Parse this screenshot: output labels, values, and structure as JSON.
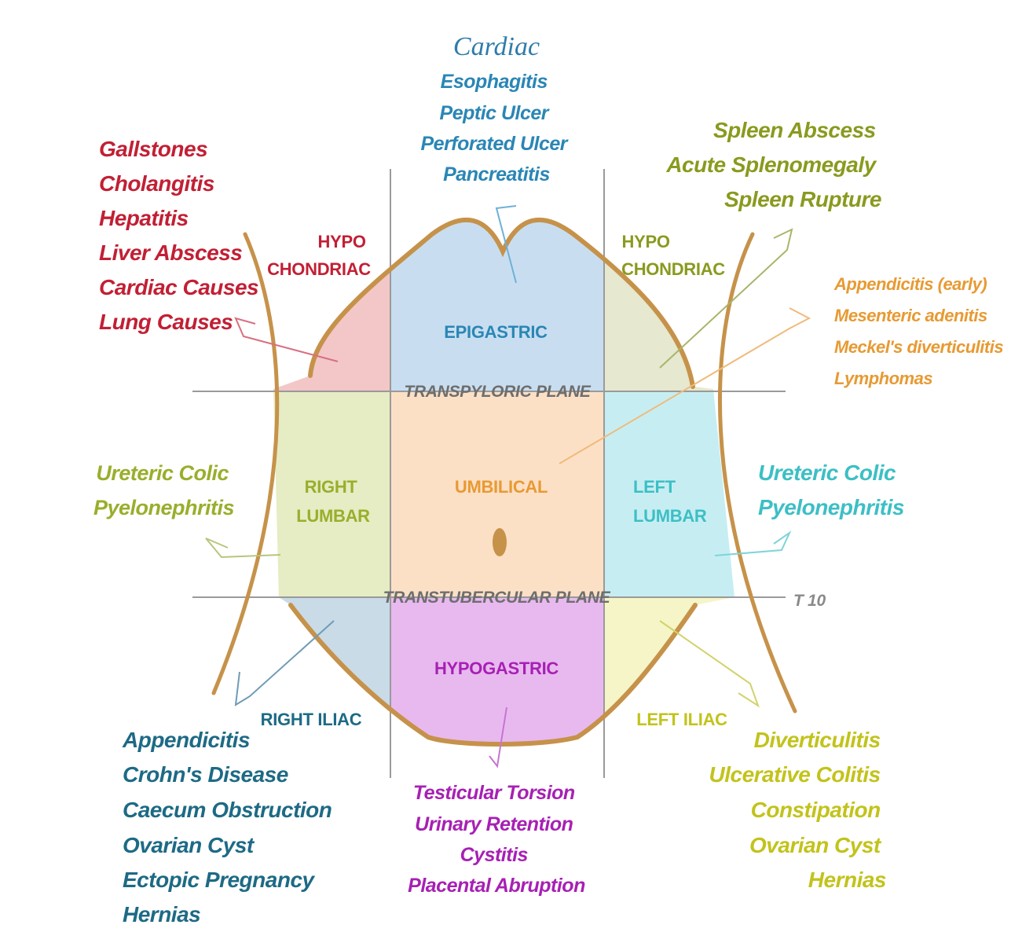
{
  "colors": {
    "outline": "#c6924a",
    "grid": "#9a9a9a",
    "rhc_fill": "#f3c7c7",
    "epi_fill": "#c8def0",
    "lhc_fill": "#e6e8cf",
    "rl_fill": "#e6ecc3",
    "umb_fill": "#fce0c6",
    "ll_fill": "#c6eef2",
    "ri_fill": "#c9dbe7",
    "hypo_fill": "#e8b9ef",
    "li_fill": "#f5f5c7",
    "red": "#c21f34",
    "blue": "#2a86b5",
    "cardiac_blue": "#2f7cab",
    "olive": "#8a9a1e",
    "orange": "#e79a33",
    "green": "#9aae2c",
    "cyan": "#3cbfc5",
    "teal": "#1d6a85",
    "purple": "#a720b4",
    "yellow": "#c2c31b",
    "plane_text": "#6e6e6e"
  },
  "regions": {
    "right_hypochondriac": [
      "HYPO",
      "CHONDRIAC"
    ],
    "epigastric": "EPIGASTRIC",
    "left_hypochondriac": [
      "HYPO",
      "CHONDRIAC"
    ],
    "right_lumbar": [
      "RIGHT",
      "LUMBAR"
    ],
    "umbilical": "UMBILICAL",
    "left_lumbar": [
      "LEFT",
      "LUMBAR"
    ],
    "right_iliac": "RIGHT ILIAC",
    "hypogastric": "HYPOGASTRIC",
    "left_iliac": "LEFT ILIAC"
  },
  "planes": {
    "transpyloric": "TRANSPYLORIC PLANE",
    "transtubercular": "TRANSTUBERCULAR PLANE",
    "t10": "T 10"
  },
  "conditions": {
    "cardiac_heading": "Cardiac",
    "epigastric": [
      "Esophagitis",
      "Peptic Ulcer",
      "Perforated Ulcer",
      "Pancreatitis"
    ],
    "right_hypochondriac": [
      "Gallstones",
      "Cholangitis",
      "Hepatitis",
      "Liver Abscess",
      "Cardiac Causes",
      "Lung Causes"
    ],
    "left_hypochondriac": [
      "Spleen Abscess",
      "Acute Splenomegaly",
      "Spleen Rupture"
    ],
    "umbilical": [
      "Appendicitis (early)",
      "Mesenteric adenitis",
      "Meckel's diverticulitis",
      "Lymphomas"
    ],
    "right_lumbar": [
      "Ureteric Colic",
      "Pyelonephritis"
    ],
    "left_lumbar": [
      "Ureteric Colic",
      "Pyelonephritis"
    ],
    "right_iliac": [
      "Appendicitis",
      "Crohn's Disease",
      "Caecum Obstruction",
      "Ovarian Cyst",
      "Ectopic Pregnancy",
      "Hernias"
    ],
    "hypogastric": [
      "Testicular Torsion",
      "Urinary Retention",
      "Cystitis",
      "Placental Abruption"
    ],
    "left_iliac": [
      "Diverticulitis",
      "Ulcerative Colitis",
      "Constipation",
      "Ovarian Cyst",
      "Hernias"
    ]
  }
}
